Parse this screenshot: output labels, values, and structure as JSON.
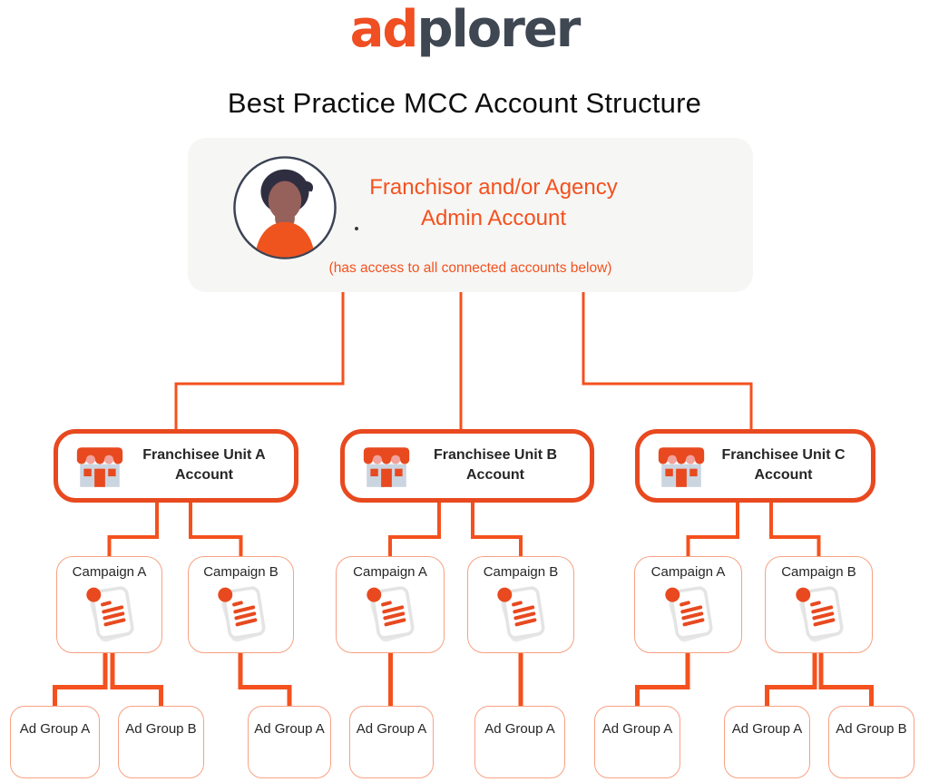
{
  "brand": {
    "logo_part1": "ad",
    "logo_part2": "plorer"
  },
  "page_title": "Best Practice MCC Account Structure",
  "admin_account": {
    "heading_line1": "Franchisor and/or Agency",
    "heading_line2": "Admin Account",
    "note": "(has access to all connected accounts below)",
    "stray_dot": "."
  },
  "franchisees": [
    {
      "name_line1": "Franchisee Unit A",
      "name_line2": "Account",
      "campaigns": [
        {
          "label": "Campaign A",
          "ad_groups": [
            {
              "label": "Ad Group A"
            },
            {
              "label": "Ad Group B"
            }
          ]
        },
        {
          "label": "Campaign B",
          "ad_groups": [
            {
              "label": "Ad Group A"
            }
          ]
        }
      ]
    },
    {
      "name_line1": "Franchisee Unit B",
      "name_line2": "Account",
      "campaigns": [
        {
          "label": "Campaign A",
          "ad_groups": [
            {
              "label": "Ad Group A"
            }
          ]
        },
        {
          "label": "Campaign B",
          "ad_groups": [
            {
              "label": "Ad Group A"
            }
          ]
        }
      ]
    },
    {
      "name_line1": "Franchisee Unit C",
      "name_line2": "Account",
      "campaigns": [
        {
          "label": "Campaign A",
          "ad_groups": [
            {
              "label": "Ad Group A"
            }
          ]
        },
        {
          "label": "Campaign B",
          "ad_groups": [
            {
              "label": "Ad Group A"
            },
            {
              "label": "Ad Group B"
            }
          ]
        }
      ]
    }
  ],
  "icons": {
    "admin": "person-avatar-icon",
    "franchisee": "storefront-icon",
    "campaign": "campaign-document-icon"
  },
  "colors": {
    "connector_orange": "#F4511E",
    "brand_orange": "#F04E23",
    "brand_dark": "#3F4753",
    "franchisee_border": "#E8491F",
    "light_box_border": "#F8A183",
    "admin_panel_bg": "#F6F6F4",
    "storefront_building": "#CBD5E0",
    "awning_pink": "#F2A29C",
    "text_dark": "#262626"
  }
}
